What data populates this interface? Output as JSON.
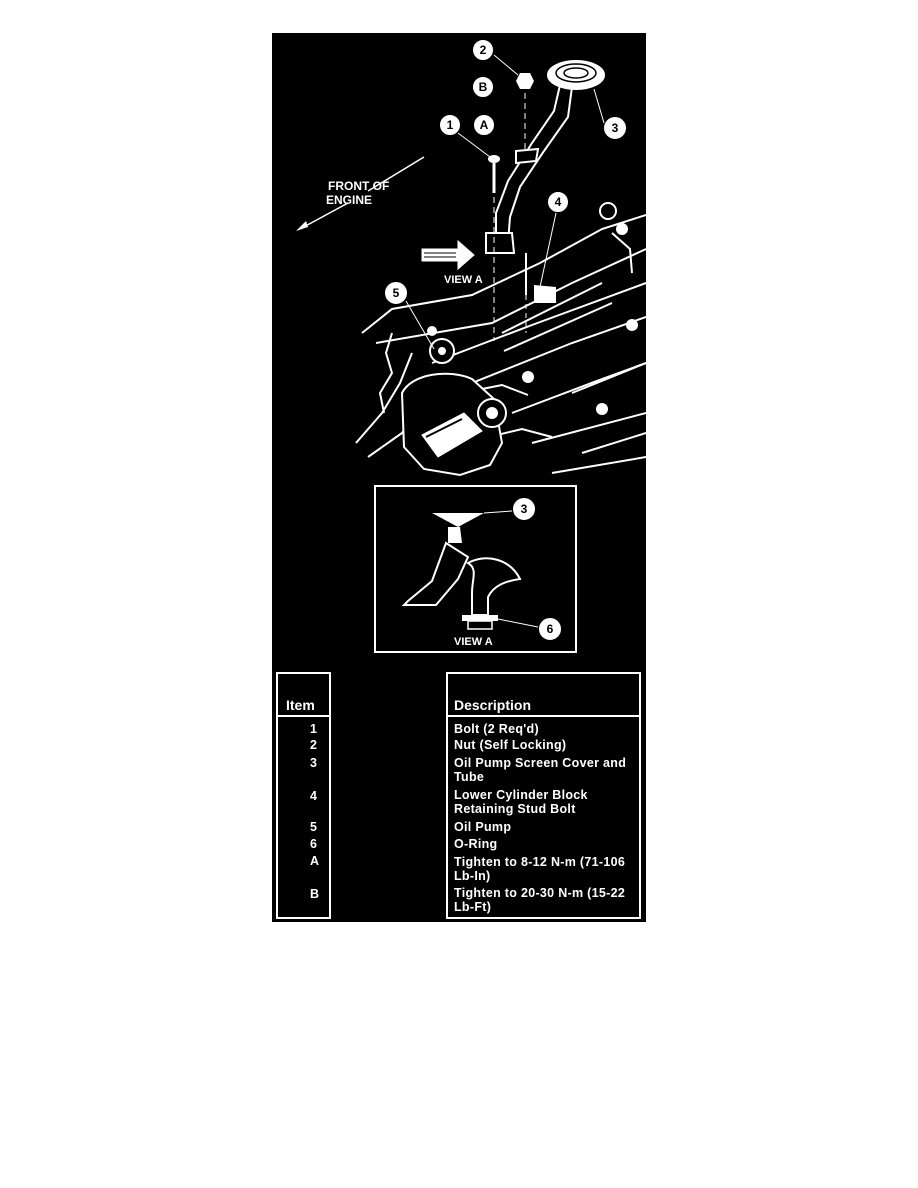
{
  "labels": {
    "front_of_engine_line1": "FRONT OF",
    "front_of_engine_line2": "ENGINE",
    "view_a_main": "VIEW A",
    "view_a_inset": "VIEW A"
  },
  "callouts": {
    "c1": "1",
    "c2": "2",
    "c3": "3",
    "c4": "4",
    "c5": "5",
    "cA": "A",
    "cB": "B",
    "inset3": "3",
    "inset6": "6"
  },
  "table": {
    "item_header": "Item",
    "description_header": "Description",
    "rows": [
      {
        "item": "1",
        "line1": "Bolt (2 Req'd)",
        "line2": ""
      },
      {
        "item": "2",
        "line1": "Nut (Self Locking)",
        "line2": ""
      },
      {
        "item": "3",
        "line1": "Oil Pump Screen Cover and",
        "line2": "Tube"
      },
      {
        "item": "4",
        "line1": "Lower Cylinder Block",
        "line2": "Retaining Stud Bolt"
      },
      {
        "item": "5",
        "line1": "Oil Pump",
        "line2": ""
      },
      {
        "item": "6",
        "line1": "O-Ring",
        "line2": ""
      },
      {
        "item": "A",
        "line1": "Tighten to 8-12 N-m (71-106",
        "line2": "Lb-In)"
      },
      {
        "item": "B",
        "line1": "Tighten to 20-30 N-m (15-22",
        "line2": "Lb-Ft)"
      }
    ]
  }
}
